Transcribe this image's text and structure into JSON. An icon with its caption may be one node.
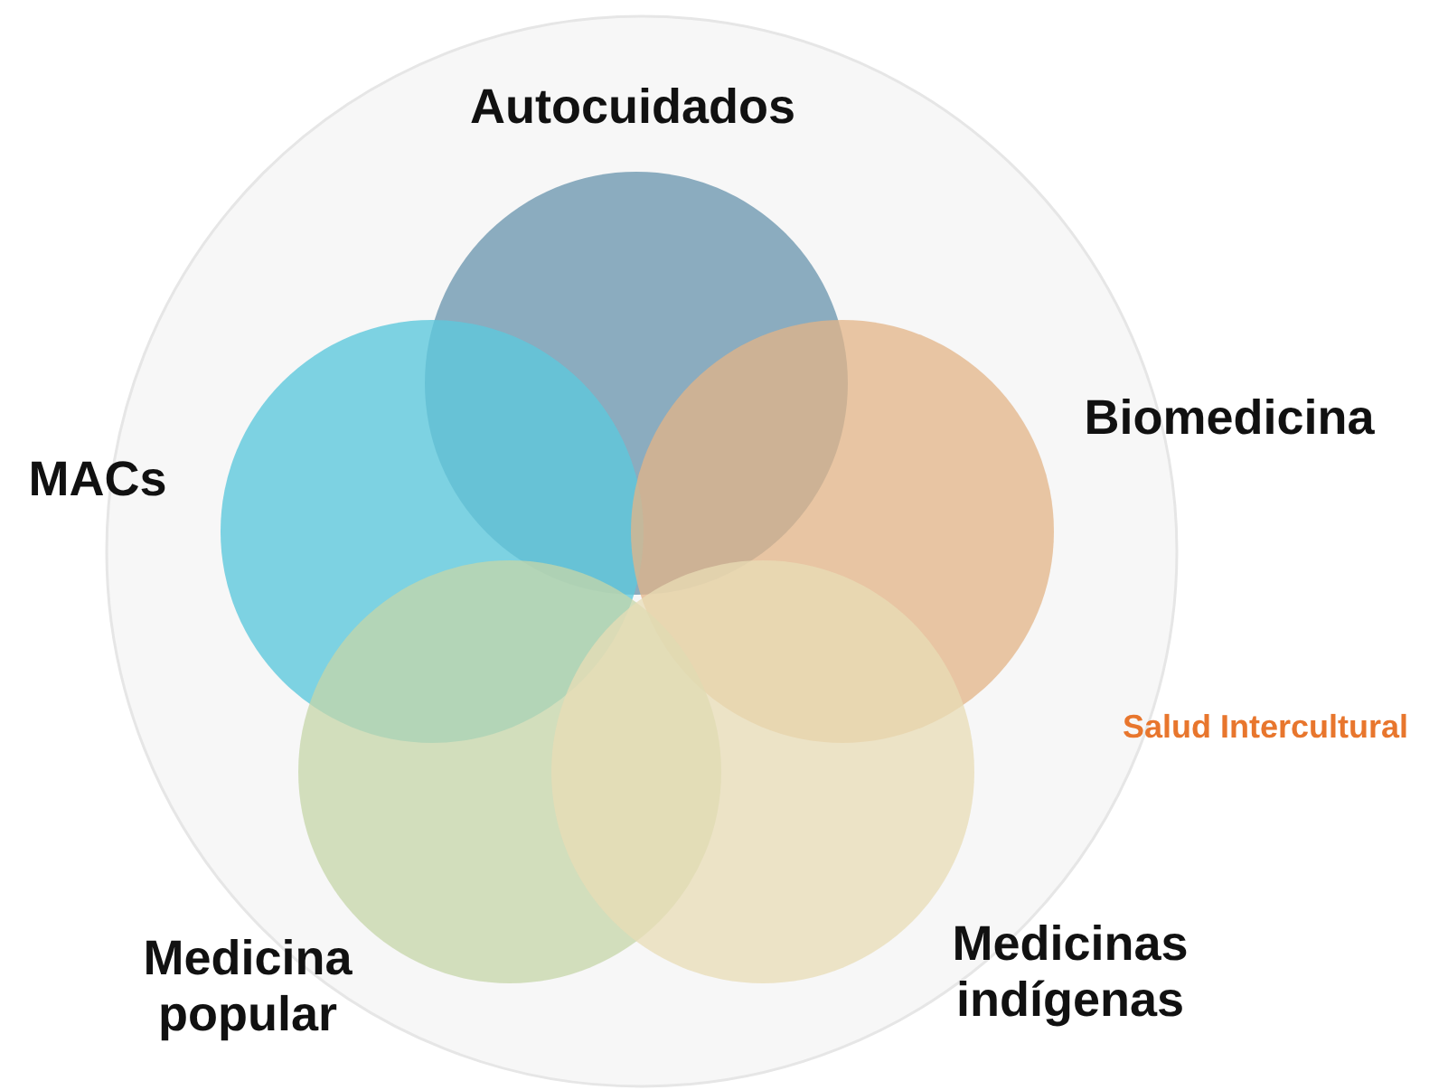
{
  "diagram": {
    "nodes": [
      {
        "text": [
          "Salud Intercultural"
        ]
      },
      {
        "text": [
          "Autocuidados"
        ],
        "in": 0
      },
      {
        "text": [
          "MACs"
        ],
        "in": 0
      },
      {
        "text": [
          "Biomedicina"
        ],
        "in": 0
      },
      {
        "text": [
          "Medicina popular"
        ],
        "in": 0
      },
      {
        "text": [
          "Medicinas indígenas"
        ],
        "in": 0
      }
    ],
    "edges": []
  }
}
